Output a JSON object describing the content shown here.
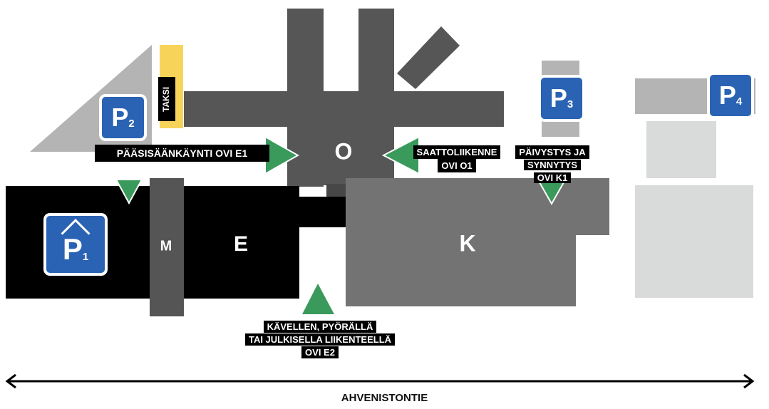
{
  "colors": {
    "dark_building": "#565656",
    "medium_building": "#737373",
    "black_building": "#000000",
    "light_area": "#b4b4b4",
    "pale_area": "#d9dada",
    "taxi": "#f7d35a",
    "arrow_green": "#3a9a5c",
    "parking_blue": "#2a63b3"
  },
  "buildings": {
    "o": "O",
    "e": "E",
    "m": "M",
    "k": "K"
  },
  "taxi_label": "TAKSI",
  "parking": [
    {
      "letter": "P",
      "number": "1",
      "type": "covered"
    },
    {
      "letter": "P",
      "number": "2"
    },
    {
      "letter": "P",
      "number": "3"
    },
    {
      "letter": "P",
      "number": "4"
    }
  ],
  "entrances": {
    "e1": "PÄÄSISÄÄNKÄYNTI OVI E1",
    "o1": [
      "SAATTOLIIKENNE",
      "OVI O1"
    ],
    "k1": [
      "PÄIVYSTYS JA",
      "SYNNYTYS",
      "OVI K1"
    ],
    "e2": [
      "KÄVELLEN, PYÖRÄLLÄ",
      "TAI JULKISELLA LIIKENTEELLÄ",
      "OVI E2"
    ]
  },
  "road": "AHVENISTONTIE"
}
